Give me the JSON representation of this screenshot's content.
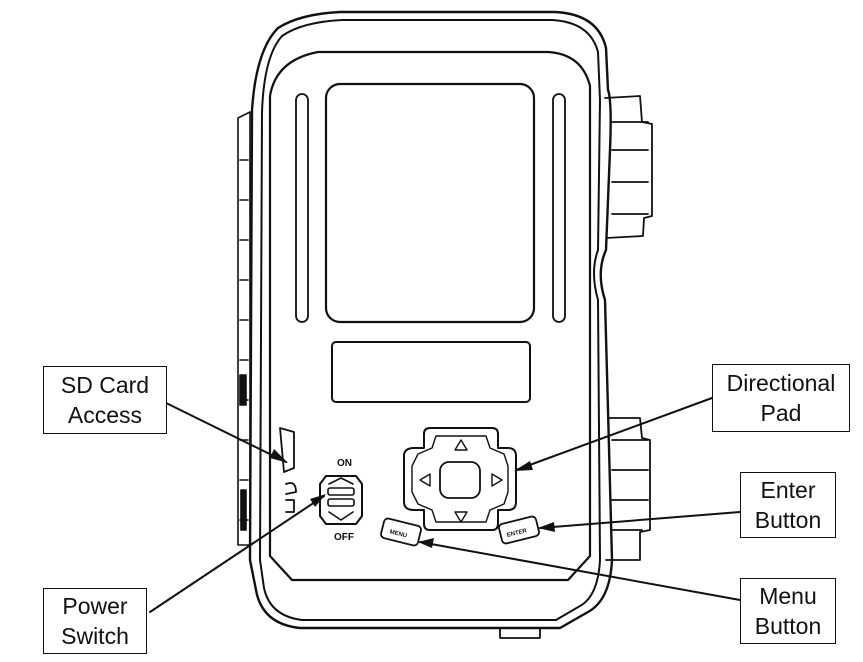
{
  "callouts": {
    "sd_card": {
      "line1": "SD Card",
      "line2": "Access"
    },
    "power_switch": {
      "line1": "Power",
      "line2": "Switch"
    },
    "directional_pad": {
      "line1": "Directional",
      "line2": "Pad"
    },
    "enter_button": {
      "line1": "Enter",
      "line2": "Button"
    },
    "menu_button": {
      "line1": "Menu",
      "line2": "Button"
    }
  },
  "device_labels": {
    "on": "ON",
    "off": "OFF",
    "menu": "MENU",
    "enter": "ENTER"
  },
  "icons": {
    "up": "up-arrow-icon",
    "down": "down-arrow-icon",
    "left": "left-arrow-icon",
    "right": "right-arrow-icon"
  }
}
